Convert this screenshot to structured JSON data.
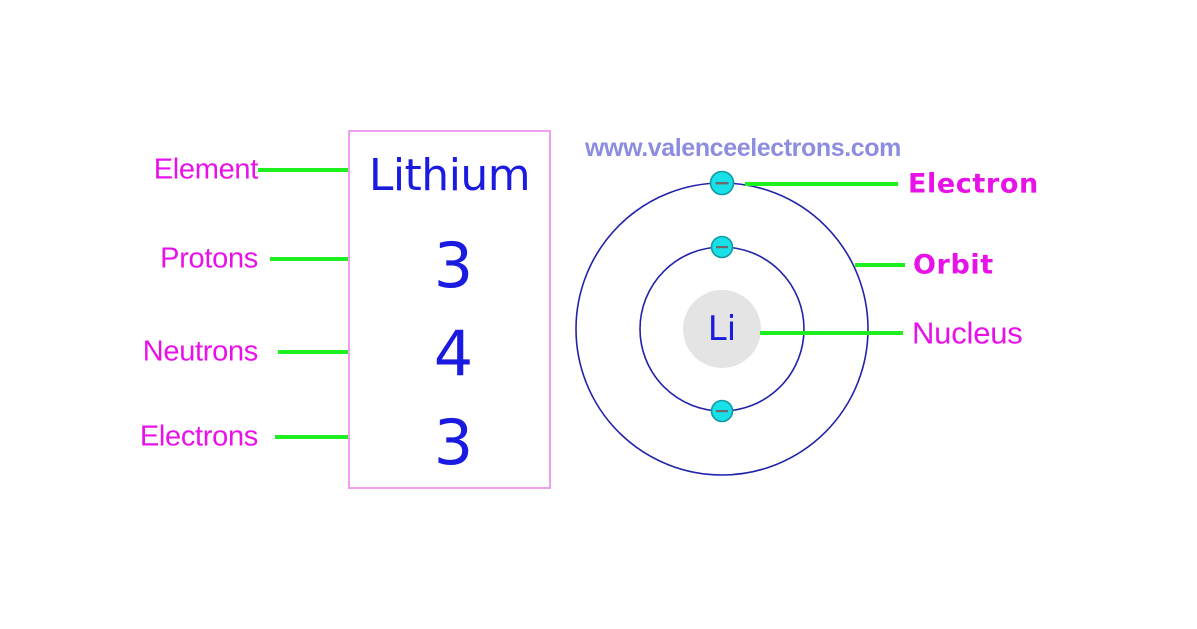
{
  "watermark": {
    "text": "www.valenceelectrons.com",
    "color": "#8d8de0"
  },
  "colors": {
    "label_magenta": "#e811e8",
    "leader_green": "#1eef1e",
    "box_border_pink": "#ee9fee",
    "text_blue": "#1a1ae0",
    "orbit_blue": "#2222aa",
    "electron_fill": "#18e0e8",
    "electron_stroke": "#119aa6",
    "nucleus_fill": "#e4e4e4"
  },
  "info_box": {
    "element_name": "Lithium",
    "rows": [
      {
        "label": "Element",
        "value": "Lithium"
      },
      {
        "label": "Protons",
        "value": "3"
      },
      {
        "label": "Neutrons",
        "value": "4"
      },
      {
        "label": "Electrons",
        "value": "3"
      }
    ],
    "protons": "3",
    "neutrons": "4",
    "electrons": "3"
  },
  "left_labels": [
    {
      "text": "Element"
    },
    {
      "text": "Protons"
    },
    {
      "text": "Neutrons"
    },
    {
      "text": "Electrons"
    }
  ],
  "atom": {
    "symbol": "Li",
    "nucleus_label": "Li",
    "shells": [
      {
        "index": 1,
        "electron_count": 2
      },
      {
        "index": 2,
        "electron_count": 1
      }
    ],
    "electron_sign": "–"
  },
  "right_labels": [
    {
      "text": "Electron"
    },
    {
      "text": "Orbit"
    },
    {
      "text": "Nucleus"
    }
  ]
}
